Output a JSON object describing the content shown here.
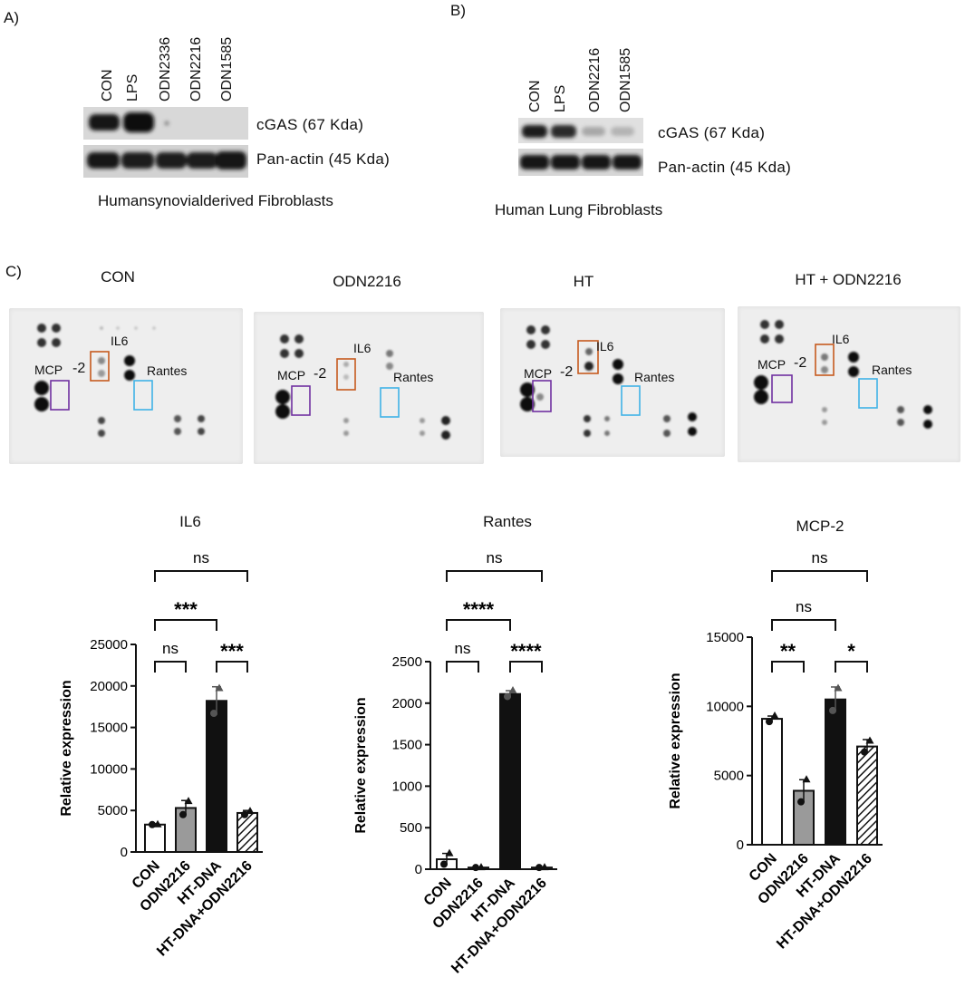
{
  "panel_a": {
    "letter": "A)",
    "lanes": [
      "CON",
      "LPS",
      "ODN2336",
      "ODN2216",
      "ODN1585"
    ],
    "blot_top_label": "cGAS (67 Kda)",
    "blot_bottom_label": "Pan-actin (45 Kda)",
    "caption": "Humansynovialderived Fibroblasts"
  },
  "panel_b": {
    "letter": "B)",
    "lanes": [
      "CON",
      "LPS",
      "ODN2216",
      "ODN1585"
    ],
    "blot_top_label": "cGAS (67 Kda)",
    "blot_bottom_label": "Pan-actin (45 Kda)",
    "caption": "Human Lung Fibroblasts"
  },
  "panel_c": {
    "letter": "C)",
    "arrays": [
      {
        "title": "CON",
        "mcp_label": "MCP",
        "mcp_suffix": "-2",
        "il6_label": "IL6",
        "rantes_label": "Rantes"
      },
      {
        "title": "ODN2216",
        "mcp_label": "MCP",
        "mcp_suffix": "-2",
        "il6_label": "IL6",
        "rantes_label": "Rantes"
      },
      {
        "title": "HT",
        "mcp_label": "MCP",
        "mcp_suffix": "-2",
        "il6_label": "IL6",
        "rantes_label": "Rantes"
      },
      {
        "title": "HT + ODN2216",
        "mcp_label": "MCP",
        "mcp_suffix": "-2",
        "il6_label": "IL6",
        "rantes_label": "Rantes"
      }
    ],
    "box_colors": {
      "il6": "#c65a1e",
      "mcp": "#7030a0",
      "rantes": "#3fb3e6"
    }
  },
  "chart_data": [
    {
      "type": "bar",
      "title": "IL6",
      "ylabel": "Relative expression",
      "categories": [
        "CON",
        "ODN2216",
        "HT-DNA",
        "HT-DNA+ODN2216"
      ],
      "values": [
        3300,
        5300,
        18200,
        4700
      ],
      "errors": [
        100,
        900,
        1700,
        300
      ],
      "points": [
        [
          3300,
          3300
        ],
        [
          4500,
          6100
        ],
        [
          16700,
          19700
        ],
        [
          4500,
          4900
        ]
      ],
      "ylim": [
        0,
        25000
      ],
      "yticks": [
        0,
        5000,
        10000,
        15000,
        20000,
        25000
      ],
      "fills": [
        "white",
        "gray",
        "black",
        "hatch"
      ],
      "comparisons": [
        {
          "from": 0,
          "to": 1,
          "label": "ns"
        },
        {
          "from": 2,
          "to": 3,
          "label": "***"
        },
        {
          "from": 0,
          "to": 2,
          "label": "***"
        },
        {
          "from": 0,
          "to": 3,
          "label": "ns"
        }
      ]
    },
    {
      "type": "bar",
      "title": "Rantes",
      "ylabel": "Relative expression",
      "categories": [
        "CON",
        "ODN2216",
        "HT-DNA",
        "HT-DNA+ODN2216"
      ],
      "values": [
        120,
        20,
        2110,
        20
      ],
      "errors": [
        70,
        5,
        40,
        5
      ],
      "points": [
        [
          60,
          190
        ],
        [
          20,
          20
        ],
        [
          2080,
          2150
        ],
        [
          20,
          20
        ]
      ],
      "ylim": [
        0,
        2500
      ],
      "yticks": [
        0,
        500,
        1000,
        1500,
        2000,
        2500
      ],
      "fills": [
        "white",
        "gray",
        "black",
        "hatch"
      ],
      "comparisons": [
        {
          "from": 0,
          "to": 1,
          "label": "ns"
        },
        {
          "from": 2,
          "to": 3,
          "label": "****"
        },
        {
          "from": 0,
          "to": 2,
          "label": "****"
        },
        {
          "from": 0,
          "to": 3,
          "label": "ns"
        }
      ]
    },
    {
      "type": "bar",
      "title": "MCP-2",
      "ylabel": "Relative expression",
      "categories": [
        "CON",
        "ODN2216",
        "HT-DNA",
        "HT-DNA+ODN2216"
      ],
      "values": [
        9100,
        3900,
        10500,
        7100
      ],
      "errors": [
        200,
        800,
        900,
        500
      ],
      "points": [
        [
          8900,
          9300
        ],
        [
          3100,
          4700
        ],
        [
          9700,
          11300
        ],
        [
          6700,
          7500
        ]
      ],
      "ylim": [
        0,
        15000
      ],
      "yticks": [
        0,
        5000,
        10000,
        15000
      ],
      "fills": [
        "white",
        "gray",
        "black",
        "hatch"
      ],
      "comparisons": [
        {
          "from": 0,
          "to": 1,
          "label": "**"
        },
        {
          "from": 2,
          "to": 3,
          "label": "*"
        },
        {
          "from": 0,
          "to": 2,
          "label": "ns"
        },
        {
          "from": 0,
          "to": 3,
          "label": "ns"
        }
      ]
    }
  ]
}
